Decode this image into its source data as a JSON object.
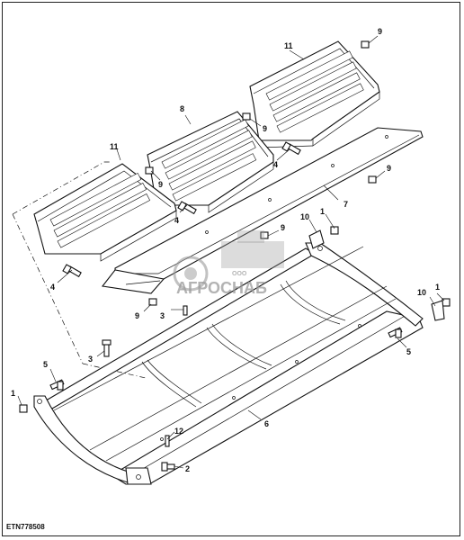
{
  "figure_code": "ETN778508",
  "watermark": {
    "company_prefix": "ООО",
    "company_name": "АГРОСНАБ"
  },
  "callouts": {
    "c1a": "1",
    "c1b": "1",
    "c1c": "1",
    "c2": "2",
    "c3a": "3",
    "c3b": "3",
    "c4a": "4",
    "c4b": "4",
    "c4c": "4",
    "c5a": "5",
    "c5b": "5",
    "c6": "6",
    "c7": "7",
    "c8": "8",
    "c9a": "9",
    "c9b": "9",
    "c9c": "9",
    "c9d": "9",
    "c9e": "9",
    "c9f": "9",
    "c10a": "10",
    "c10b": "10",
    "c11a": "11",
    "c11b": "11",
    "c12": "12"
  },
  "colors": {
    "line": "#111111",
    "watermark": "#9a9a9a",
    "background": "#ffffff"
  }
}
